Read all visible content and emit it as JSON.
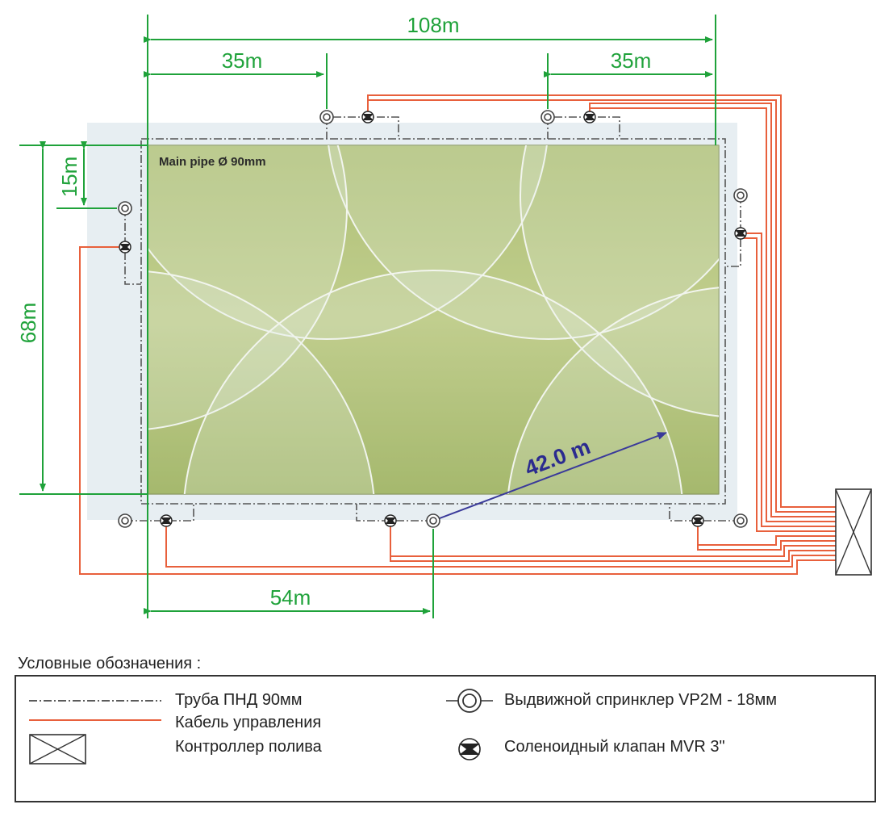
{
  "dimensions": {
    "total_width": "108m",
    "top_left_offset": "35m",
    "top_right_offset": "35m",
    "left_edge_offset": "15m",
    "field_height": "68m",
    "bottom_offset": "54m",
    "sprinkler_radius": "42.0 m"
  },
  "field": {
    "main_pipe_label": "Main pipe Ø 90mm"
  },
  "colors": {
    "field_green": "#a8b85a",
    "dimension_green": "#1fa23a",
    "cable_red": "#e8603c",
    "radius_arrow": "#3a3a9a",
    "pipe_line": "#555555"
  },
  "legend": {
    "title": "Условные обозначения :",
    "pipe": "Труба ПНД 90мм",
    "cable": "Кабель управления",
    "controller": "Контроллер полива",
    "sprinkler": "Выдвижной спринклер VP2M - 18мм",
    "valve": "Соленоидный клапан MVR 3\""
  }
}
